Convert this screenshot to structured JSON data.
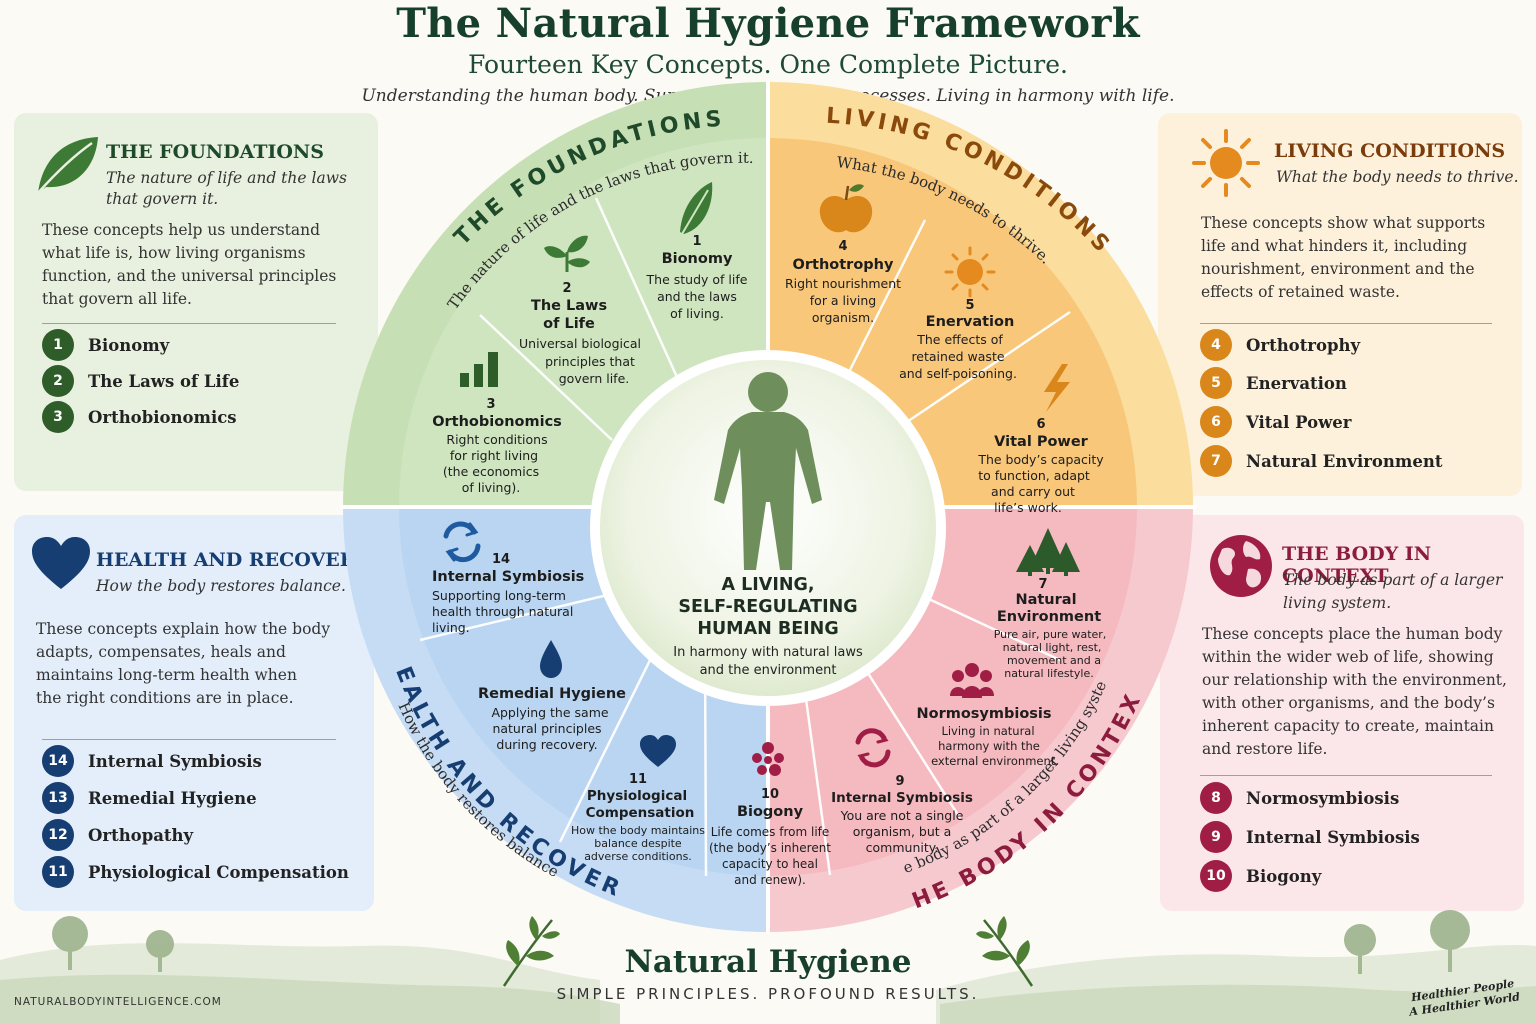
{
  "header": {
    "title": "The Natural Hygiene Framework",
    "subtitle": "Fourteen Key Concepts. One Complete Picture.",
    "tagline": "Understanding the human body. Supporting its natural processes. Living in harmony with life."
  },
  "colors": {
    "foundations": "#2f5d2a",
    "living": "#d9861a",
    "context": "#a01e46",
    "health": "#163e73"
  },
  "panels": {
    "foundations": {
      "icon": "leaf-icon",
      "title": "THE FOUNDATIONS",
      "subtitle_1": "The nature of life and the laws",
      "subtitle_2": "that govern it.",
      "body": [
        "These concepts help us understand",
        "what life is, how living organisms",
        "function, and the universal principles",
        "that govern all life."
      ],
      "items": [
        {
          "num": "1",
          "label": "Bionomy"
        },
        {
          "num": "2",
          "label": "The Laws of Life"
        },
        {
          "num": "3",
          "label": "Orthobionomics"
        }
      ]
    },
    "health": {
      "icon": "heart-icon",
      "title": "HEALTH AND RECOVERY",
      "subtitle_1": "How the body restores balance.",
      "body": [
        "These concepts explain how the body",
        "adapts, compensates, heals and",
        "maintains long-term health when",
        "the right conditions are in place."
      ],
      "items": [
        {
          "num": "14",
          "label": "Internal Symbiosis"
        },
        {
          "num": "13",
          "label": "Remedial Hygiene"
        },
        {
          "num": "12",
          "label": "Orthopathy"
        },
        {
          "num": "11",
          "label": "Physiological  Compensation"
        }
      ]
    },
    "living": {
      "icon": "sun-icon",
      "title": "LIVING CONDITIONS",
      "subtitle_1": "What the body needs to thrive.",
      "body": [
        "These concepts show what supports",
        "life and what hinders it, including",
        "nourishment, environment and the",
        "effects of retained waste."
      ],
      "items": [
        {
          "num": "4",
          "label": "Orthotrophy"
        },
        {
          "num": "5",
          "label": "Enervation"
        },
        {
          "num": "6",
          "label": "Vital Power"
        },
        {
          "num": "7",
          "label": "Natural Environment"
        }
      ]
    },
    "context": {
      "icon": "globe-icon",
      "title": "THE BODY IN CONTEXT",
      "subtitle_1": "The body as part of a larger",
      "subtitle_2": "living system.",
      "body": [
        "These concepts place the human body",
        "within the wider web of life, showing",
        "our relationship with the environment,",
        "with other organisms, and the body’s",
        "inherent capacity to create, maintain",
        "and restore life."
      ],
      "items": [
        {
          "num": "8",
          "label": "Normosymbiosis"
        },
        {
          "num": "9",
          "label": "Internal Symbiosis"
        },
        {
          "num": "10",
          "label": "Biogony"
        }
      ]
    }
  },
  "wheel": {
    "arc_titles": {
      "foundations": "THE FOUNDATIONS",
      "foundations_sub": "The nature of life and the laws that govern it.",
      "living": "LIVING CONDITIONS",
      "living_sub": "What the body needs to thrive.",
      "context": "THE BODY IN CONTEXT",
      "context_sub": "The body as part of a larger living system.",
      "health": "HEALTH AND RECOVERY",
      "health_sub": "How the body restores balance"
    },
    "center": {
      "icon": "human-body-icon",
      "line1": "A LIVING,",
      "line2": "SELF-REGULATING",
      "line3": "HUMAN BEING",
      "sub1": "In harmony with natural laws",
      "sub2": "and the environment"
    },
    "segments": [
      {
        "id": "s1",
        "icon": "leaf-icon",
        "num": "1",
        "title": [
          "Bionomy"
        ],
        "desc": [
          "The study of life",
          "and the laws",
          "of living."
        ]
      },
      {
        "id": "s2",
        "icon": "sprout-icon",
        "num": "2",
        "title": [
          "The Laws",
          "of Life"
        ],
        "desc": [
          "Universal biological",
          "principles that",
          "govern life."
        ]
      },
      {
        "id": "s3",
        "icon": "bar-chart-icon",
        "num": "3",
        "title": [
          "Orthobionomics"
        ],
        "desc": [
          "Right conditions",
          "for right living",
          "(the economics",
          "of living)."
        ]
      },
      {
        "id": "s4",
        "icon": "apple-icon",
        "num": "4",
        "title": [
          "Orthotrophy"
        ],
        "desc": [
          "Right nourishment",
          "for a living",
          "organism."
        ]
      },
      {
        "id": "s5",
        "icon": "sun-icon",
        "num": "5",
        "title": [
          "Enervation"
        ],
        "desc": [
          "The effects of",
          "retained waste",
          "and self-poisoning."
        ]
      },
      {
        "id": "s6",
        "icon": "lightning-icon",
        "num": "6",
        "title": [
          "Vital Power"
        ],
        "desc": [
          "The body’s capacity",
          "to function, adapt",
          "and carry out",
          "life’s work."
        ]
      },
      {
        "id": "s7",
        "icon": "trees-icon",
        "num": "7",
        "title": [
          "Natural",
          "Environment"
        ],
        "desc": [
          "Pure air, pure water,",
          "natural light, rest,",
          "movement and a",
          "natural lifestyle."
        ]
      },
      {
        "id": "s8",
        "icon": "people-icon",
        "num": "",
        "title": [
          "Normosymbiosis"
        ],
        "desc": [
          "Living in natural",
          "harmony with the",
          "external environment."
        ]
      },
      {
        "id": "s9",
        "icon": "cycle-icon",
        "num": "9",
        "title": [
          "Internal Symbiosis"
        ],
        "desc": [
          "You are not a single",
          "organism, but a",
          "community."
        ]
      },
      {
        "id": "s10",
        "icon": "cells-icon",
        "num": "10",
        "title": [
          "Biogony"
        ],
        "desc": [
          "Life comes from life",
          "(the body’s inherent",
          "capacity to heal",
          "and renew)."
        ]
      },
      {
        "id": "s11",
        "icon": "heart-icon",
        "num": "11",
        "title": [
          "Physiological",
          "Compensation"
        ],
        "desc": [
          "How the body maintains",
          "balance despite",
          "adverse conditions."
        ]
      },
      {
        "id": "s13",
        "icon": "drop-icon",
        "num": "",
        "title": [
          "Remedial Hygiene"
        ],
        "desc": [
          "Applying the same",
          "natural principles",
          "during recovery."
        ]
      },
      {
        "id": "s14",
        "icon": "cycle-icon",
        "num": "14",
        "title": [
          "Internal Symbiosis"
        ],
        "desc": [
          "Supporting long-term",
          "health through natural",
          "living."
        ]
      }
    ]
  },
  "footer": {
    "brand": "Natural Hygiene",
    "motto": "SIMPLE PRINCIPLES. PROFOUND RESULTS.",
    "url": "NATURALBODYINTELLIGENCE.COM",
    "slogan_1": "Healthier People",
    "slogan_2": "A Healthier World"
  }
}
